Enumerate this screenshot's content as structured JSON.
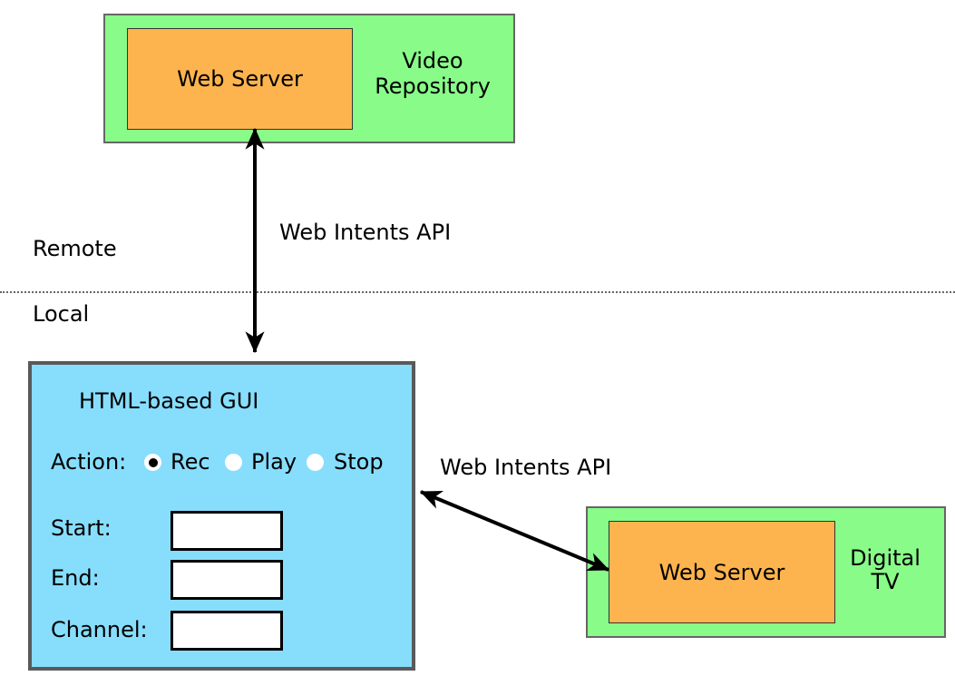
{
  "colors": {
    "green": "#88fb88",
    "orange": "#fdb44e",
    "blue": "#87ddfc",
    "box_border": "#666666",
    "gui_border": "#595959",
    "arrow": "#000000"
  },
  "zones": {
    "remote_label": "Remote",
    "local_label": "Local"
  },
  "video_repository": {
    "server_label": "Web Server",
    "caption_line1": "Video",
    "caption_line2": "Repository"
  },
  "digital_tv": {
    "server_label": "Web Server",
    "caption_line1": "Digital",
    "caption_line2": "TV"
  },
  "gui": {
    "title": "HTML-based GUI",
    "action_label": "Action:",
    "radios": [
      {
        "label": "Rec",
        "selected": true
      },
      {
        "label": "Play",
        "selected": false
      },
      {
        "label": "Stop",
        "selected": false
      }
    ],
    "fields": [
      {
        "label": "Start:",
        "value": ""
      },
      {
        "label": "End:",
        "value": ""
      },
      {
        "label": "Channel:",
        "value": ""
      }
    ]
  },
  "connections": [
    {
      "label": "Web Intents API"
    },
    {
      "label": "Web Intents API"
    }
  ]
}
